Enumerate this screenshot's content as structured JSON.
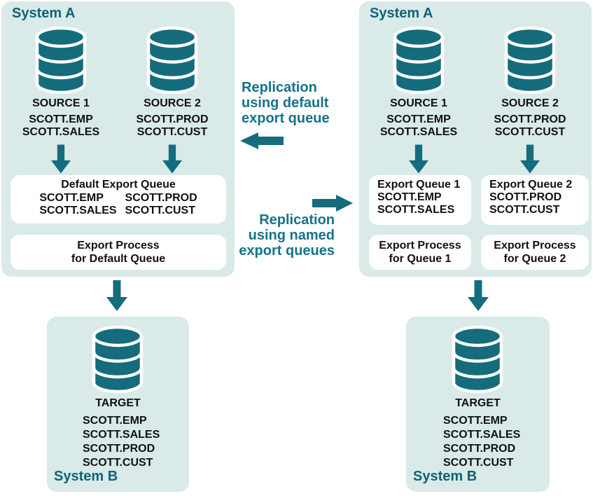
{
  "colors": {
    "panel_background": "#d9eae9",
    "shape_teal": "#146c7d",
    "system_label_teal": "#0d6474",
    "caption_teal": "#15728a",
    "box_background": "#ffffff",
    "text_color": "#111111"
  },
  "default_flow": {
    "system_a": {
      "label": "System A",
      "source1_name": "SOURCE 1",
      "source1_tables": [
        "SCOTT.EMP",
        "SCOTT.SALES"
      ],
      "source2_name": "SOURCE 2",
      "source2_tables": [
        "SCOTT.PROD",
        "SCOTT.CUST"
      ],
      "queue_title": "Default Export Queue",
      "queue_col1": [
        "SCOTT.EMP",
        "SCOTT.SALES"
      ],
      "queue_col2": [
        "SCOTT.PROD",
        "SCOTT.CUST"
      ],
      "process_lines": [
        "Export Process",
        "for Default Queue"
      ]
    },
    "system_b": {
      "label": "System B",
      "target_name": "TARGET",
      "target_tables": [
        "SCOTT.EMP",
        "SCOTT.SALES",
        "SCOTT.PROD",
        "SCOTT.CUST"
      ]
    },
    "caption": [
      "Replication",
      "using default",
      "export queue"
    ]
  },
  "named_flow": {
    "system_a": {
      "label": "System A",
      "source1_name": "SOURCE 1",
      "source1_tables": [
        "SCOTT.EMP",
        "SCOTT.SALES"
      ],
      "source2_name": "SOURCE 2",
      "source2_tables": [
        "SCOTT.PROD",
        "SCOTT.CUST"
      ],
      "queue1_title": "Export Queue 1",
      "queue1_tables": [
        "SCOTT.EMP",
        "SCOTT.SALES"
      ],
      "queue2_title": "Export Queue 2",
      "queue2_tables": [
        "SCOTT.PROD",
        "SCOTT.CUST"
      ],
      "process1_lines": [
        "Export Process",
        "for Queue 1"
      ],
      "process2_lines": [
        "Export Process",
        "for Queue 2"
      ]
    },
    "system_b": {
      "label": "System B",
      "target_name": "TARGET",
      "target_tables": [
        "SCOTT.EMP",
        "SCOTT.SALES",
        "SCOTT.PROD",
        "SCOTT.CUST"
      ]
    },
    "caption": [
      "Replication",
      "using named",
      "export queues"
    ]
  }
}
